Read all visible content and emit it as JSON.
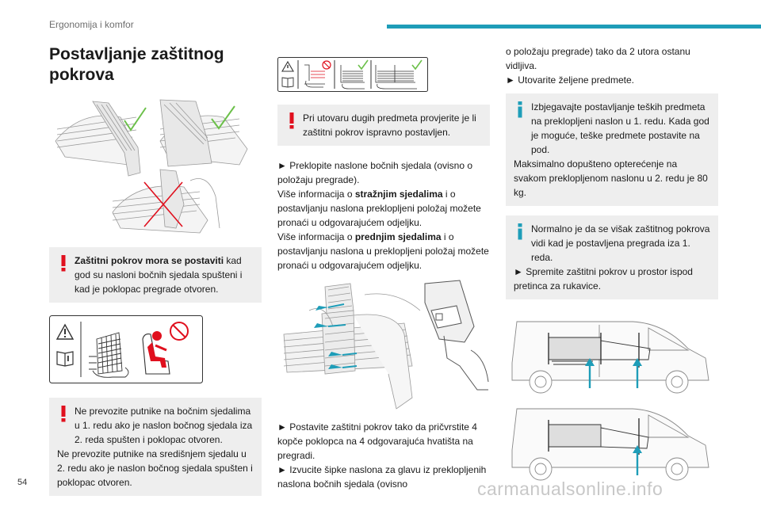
{
  "header": {
    "section": "Ergonomija i komfor"
  },
  "page_number": "54",
  "watermark": "carmanualsonline.info",
  "title": "Postavljanje zaštitnog pokrova",
  "left": {
    "warning1": {
      "bold": "Zaštitni pokrov mora se postaviti",
      "rest": " kad god su nasloni bočnih sjedala spušteni i kad je poklopac pregrade otvoren."
    },
    "warning2": {
      "text1": "Ne prevozite putnike na bočnim sjedalima u 1. redu ako je naslon bočnog sjedala iza 2. reda spušten i poklopac otvoren.",
      "text2": "Ne prevozite putnike na središnjem sjedalu u 2. redu ako je naslon bočnog sjedala spušten i poklopac otvoren."
    }
  },
  "middle": {
    "warning": "Pri utovaru dugih predmeta provjerite je li zaštitni pokrov ispravno postavljen.",
    "step1": "► Preklopite naslone bočnih sjedala (ovisno o položaju pregrade).",
    "ref1": {
      "pre": "Više informacija o ",
      "bold": "stražnjim sjedalima",
      "post": " i o postavljanju naslona preklopljeni položaj možete pronaći u odgovarajućem odjeljku."
    },
    "ref2": {
      "pre": "Više informacija o ",
      "bold": "prednjim sjedalima",
      "post": " i o postavljanju naslona u preklopljeni položaj možete pronaći u odgovarajućem odjeljku."
    },
    "step2": "► Postavite zaštitni pokrov tako da pričvrstite 4 kopče poklopca na 4 odgovarajuća hvatišta na pregradi.",
    "step3": "► Izvucite šipke naslona za glavu iz preklopljenih naslona bočnih sjedala (ovisno"
  },
  "right": {
    "cont": "o položaju pregrade) tako da 2 utora ostanu vidljiva.",
    "step4": "► Utovarite željene predmete.",
    "info1": {
      "text1": "Izbjegavajte postavljanje teških predmeta na preklopljeni naslon u 1. redu. Kada god je moguće, teške predmete postavite na pod.",
      "text2": "Maksimalno dopušteno opterećenje na svakom preklopljenom naslonu u 2. redu je 80 kg."
    },
    "info2": {
      "text1": "Normalno je da se višak zaštitnog pokrova vidi kad je postavljena pregrada iza 1. reda.",
      "text2": "► Spremite zaštitni pokrov u prostor ispod pretinca za rukavice."
    }
  },
  "colors": {
    "accent": "#1e9db8",
    "warning": "#e0101e",
    "ok": "#6cc04a",
    "arrow": "#1e9db8"
  }
}
